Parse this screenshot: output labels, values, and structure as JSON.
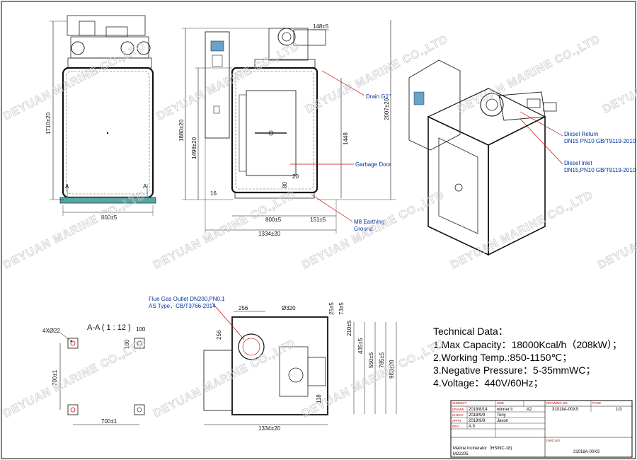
{
  "watermark": "DEYUAN MARINE CO.,LTD",
  "front_view": {
    "height": "1710±20",
    "width": "800±5",
    "section_mark": "A"
  },
  "side_view": {
    "h_total": "1880±20",
    "h_body": "1498±20",
    "h_door": "1448",
    "h_overall": "2007±20",
    "top_offset": "148±5",
    "dim_16": "16",
    "dim_20": "20",
    "dim_80": "80",
    "w_body": "800±5",
    "w_right": "151±5",
    "w_total": "1334±20"
  },
  "callouts": {
    "drain": "Drain G1\"",
    "garbage_door": "Garbage Door",
    "earthing": "M8  Earthing\nGround",
    "diesel_return": "Diesel Return\nDN15 PN10 GB/T9119-2010",
    "diesel_inlet": "Diesel Inlet\nDN15,PN10 GB/T9119-2010",
    "flue_gas": "Flue Gas Outlet DN200,PN0.1\nAS  Type，CB/T3766-2014"
  },
  "section_aa": {
    "title": "A-A ( 1 : 12 )",
    "holes": "4XØ22",
    "d100_top": "100",
    "d100_side": "100",
    "height": "700±1",
    "width": "700±1"
  },
  "top_view": {
    "d256": "256",
    "d320": "Ø320",
    "d256v": "256",
    "d25": "25±5",
    "d73": "73±5",
    "d210": "210±5",
    "d435": "435±5",
    "d550": "550±5",
    "d785": "785±5",
    "d983": "983±20",
    "d118": "118",
    "w_total": "1334±20"
  },
  "technical_data": {
    "heading": "Technical Data：",
    "lines": [
      "1.Max Capacity：18000Kcal/h（208kW）；",
      "2.Working Temp.:850-1150℃；",
      "3.Negative Pressure：5-35mmWC；",
      "4.Voltage：440V/60Hz；"
    ]
  },
  "title_block": {
    "subject_label": "SUBJECT",
    "size_label": "SIZE",
    "drawing_no_label": "DRAWING NO",
    "page_label": "PAGE",
    "size": "A2",
    "drawing_no": "31018A-00XS",
    "page": "1/3",
    "rows": [
      {
        "label": "DRAWN",
        "date": "2018/8/14",
        "name": "winner li"
      },
      {
        "label": "CHECK",
        "date": "2018/9/9",
        "name": "Tony"
      },
      {
        "label": "APPR",
        "date": "2018/9/9",
        "name": "Jason"
      },
      {
        "label": "REV",
        "date": "A.0",
        "name": ""
      }
    ],
    "product": "Marine incinerator（HSINC-18)",
    "product_code": "M22205",
    "bottom_no_label": "DWG NO",
    "bottom_no": "31018A-00XS"
  }
}
